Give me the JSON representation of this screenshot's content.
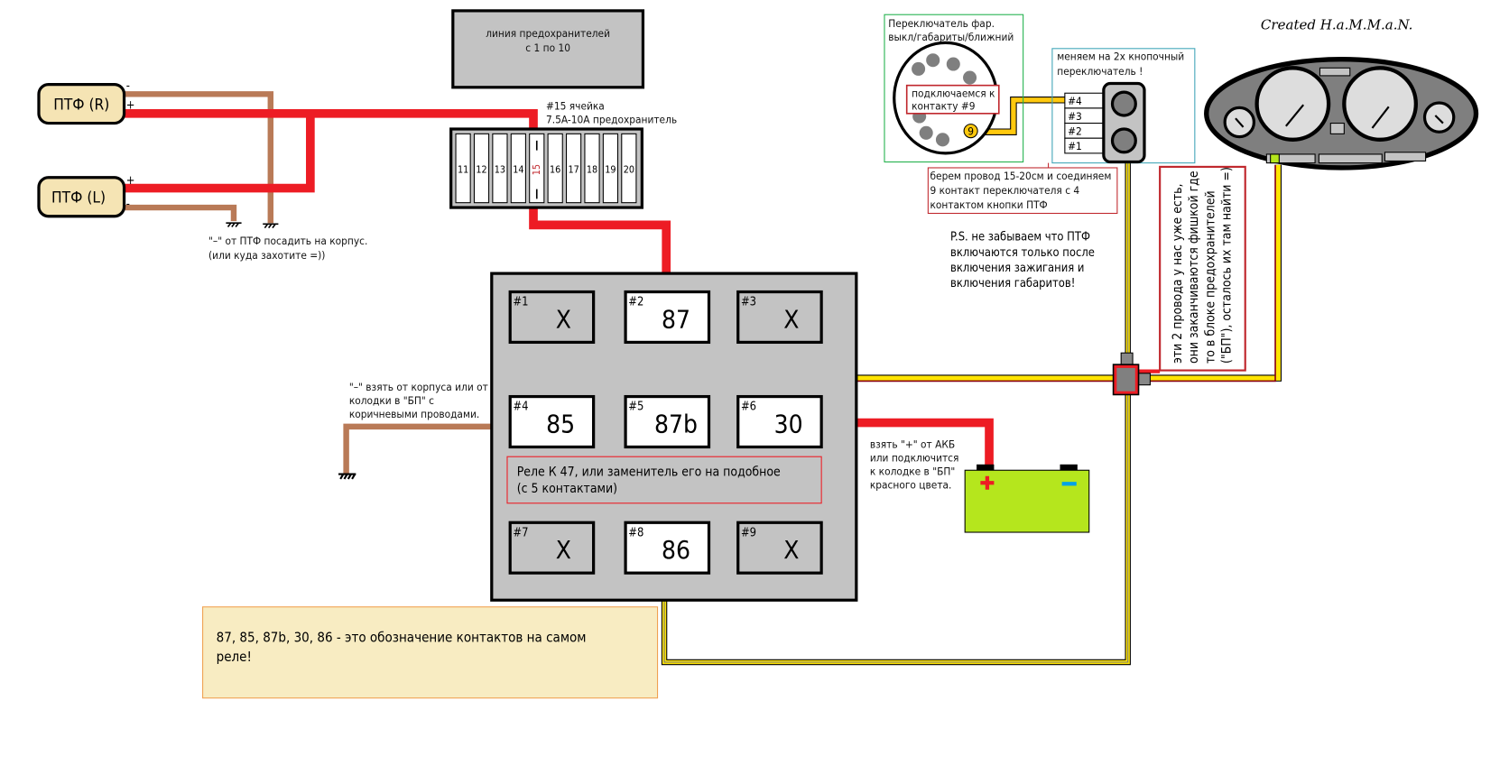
{
  "lamps": {
    "right": {
      "label": "ПТФ (R)",
      "minus": "-",
      "plus": "+"
    },
    "left": {
      "label": "ПТФ (L)",
      "minus": "-",
      "plus": "+"
    },
    "ground_note": [
      "\"–\" от ПТФ посадить на корпус.",
      "(или куда захотите =))"
    ]
  },
  "fuse_line": {
    "label": [
      "линия предохранителей",
      "с 1 по 10"
    ]
  },
  "fuse_box": {
    "slots": [
      "11",
      "12",
      "13",
      "14",
      "15",
      "16",
      "17",
      "18",
      "19",
      "20"
    ],
    "note": [
      "#15 ячейка",
      "7.5A-10A предохранитель"
    ]
  },
  "relay": {
    "contacts": [
      {
        "id": "#1",
        "value": "X"
      },
      {
        "id": "#2",
        "value": "87"
      },
      {
        "id": "#3",
        "value": "X"
      },
      {
        "id": "#4",
        "value": "85"
      },
      {
        "id": "#5",
        "value": "87b"
      },
      {
        "id": "#6",
        "value": "30"
      },
      {
        "id": "#7",
        "value": "X"
      },
      {
        "id": "#8",
        "value": "86"
      },
      {
        "id": "#9",
        "value": "X"
      }
    ],
    "label": [
      "Реле К 47, или заменитель его на подобное",
      " (с 5 контактами)"
    ],
    "ground_note": [
      "\"–\" взять от корпуса или от",
      "колодки в \"БП\" с",
      "коричневыми проводами."
    ]
  },
  "battery": {
    "note": [
      "взять \"+\" от АКБ",
      "или подключится",
      "к колодке в \"БП\"",
      "красного цвета."
    ]
  },
  "light_switch": {
    "title": [
      "Переключатель фар.",
      "выкл/габариты/ближний"
    ],
    "pin_label": [
      "подключаемся к",
      "контакту #9"
    ],
    "pin": "9"
  },
  "button_switch": {
    "title": [
      "меняем на 2х кнопочный",
      "переключатель !"
    ],
    "pins": [
      "#4",
      "#3",
      "#2",
      "#1"
    ]
  },
  "wire_note": [
    "берем провод 15-20см и соединяем",
    "9 контакт переключателя с 4",
    "контактом кнопки ПТФ"
  ],
  "ps_note": [
    "P.S. не забываем что ПТФ",
    "включаются только после",
    "включения зажигания и",
    "включения габаритов!"
  ],
  "side_note": [
    "эти 2 провода у нас уже есть,",
    "они заканчиваются фишкой где",
    "то в блоке предохранителей",
    "(\"БП\"), осталось их там найти =)"
  ],
  "credit": "Created H.a.M.M.a.N.",
  "bottom_note": [
    "87, 85, 87b, 30, 86 - это обозначение контактов на самом",
    "реле!"
  ],
  "colors": {
    "red_wire": "#ed1c24",
    "brown_wire": "#b97a57",
    "yellow_wire": "#ffe400",
    "relay_gray": "#c3c3c3",
    "battery": "#b5e61d",
    "lamp": "#f5e4b4",
    "note_bg": "#f8ecc2"
  }
}
